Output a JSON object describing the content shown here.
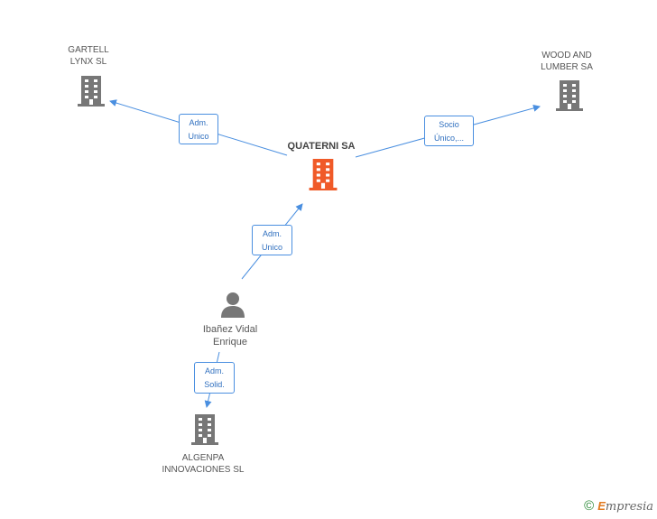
{
  "nodes": {
    "quaterni": {
      "label": "QUATERNI SA"
    },
    "gartell": {
      "label": "GARTELL\nLYNX SL"
    },
    "wood": {
      "label": "WOOD AND\nLUMBER SA"
    },
    "person": {
      "label": "Ibañez Vidal\nEnrique"
    },
    "algenpa": {
      "label": "ALGENPA\nINNOVACIONES SL"
    }
  },
  "edges": {
    "to_gartell": {
      "label": "Adm.\nUnico"
    },
    "to_wood": {
      "label": "Socio\nÚnico,..."
    },
    "person_quaterni": {
      "label": "Adm.\nUnico"
    },
    "person_algenpa": {
      "label": "Adm.\nSolid."
    }
  },
  "footer": {
    "copyright": "©",
    "brand_initial": "E",
    "brand_rest": "mpresia"
  },
  "colors": {
    "main_node": "#f05a28",
    "node": "#777777",
    "edge": "#4a8fe0"
  },
  "icons": {
    "company": "building-icon",
    "person": "person-icon"
  }
}
